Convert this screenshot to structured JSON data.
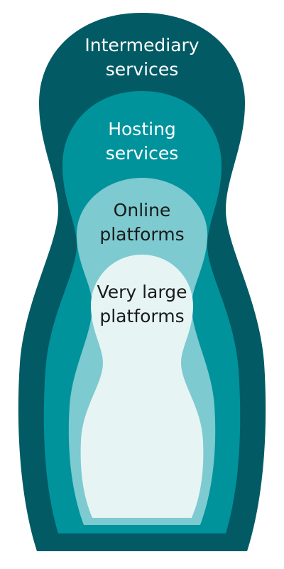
{
  "diagram": {
    "layers": [
      {
        "id": "intermediary",
        "line1": "Intermediary",
        "line2": "services",
        "fill": "#025A64",
        "text_color": "#FFFFFF"
      },
      {
        "id": "hosting",
        "line1": "Hosting",
        "line2": "services",
        "fill": "#01939C",
        "text_color": "#FFFFFF"
      },
      {
        "id": "online",
        "line1": "Online",
        "line2": "platforms",
        "fill": "#7DCAD0",
        "text_color": "#1A1A1A"
      },
      {
        "id": "very-large",
        "line1": "Very large",
        "line2": "platforms",
        "fill": "#E6F4F4",
        "text_color": "#1A1A1A"
      }
    ]
  }
}
